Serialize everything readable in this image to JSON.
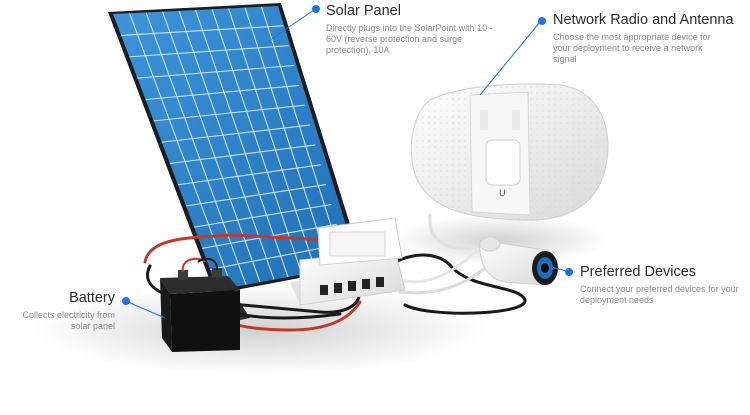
{
  "callouts": {
    "solar_panel": {
      "title": "Solar Panel",
      "description": "Directly plugs into the SolarPoint with 10 - 60V (reverse protection and surge protection), 10A"
    },
    "network_radio": {
      "title": "Network Radio and Antenna",
      "description": "Choose the most appropriate device for your deployment to receive a network signal"
    },
    "preferred_devices": {
      "title": "Preferred Devices",
      "description": "Connect your preferred devices for your deployment needs"
    },
    "battery": {
      "title": "Battery",
      "description": "Collects electricity from solar panel"
    }
  },
  "colors": {
    "accent": "#1a73e8",
    "panel_cell": "#2f84cc",
    "panel_frame": "#1d1d1d",
    "cable_red": "#c0392b",
    "cable_black": "#1a1a1a",
    "device_white": "#f2f2f2"
  }
}
